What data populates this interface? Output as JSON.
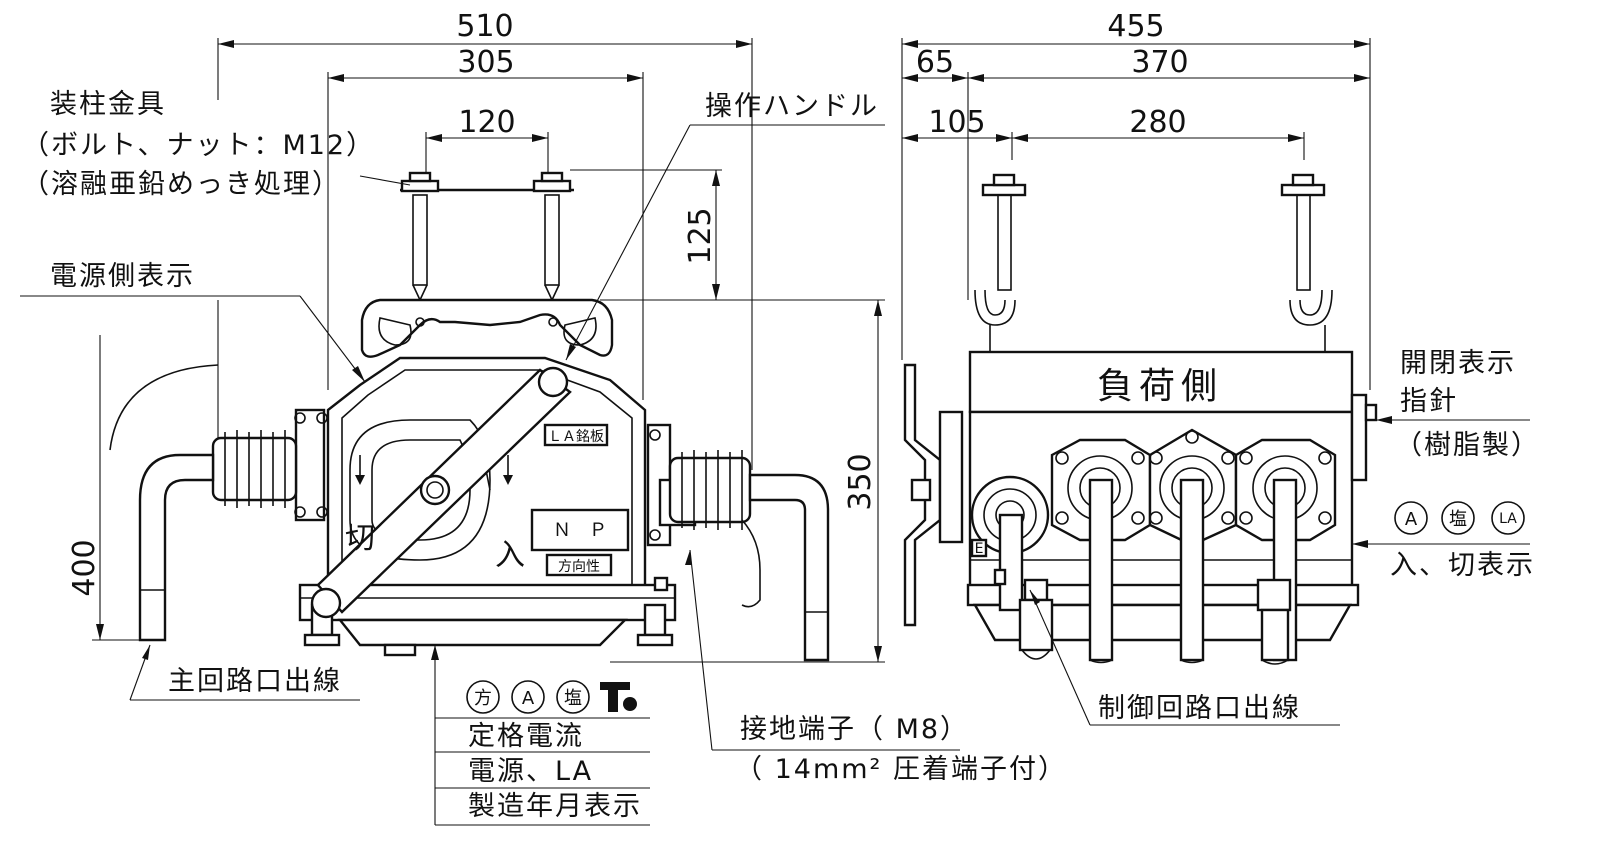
{
  "dimensions": {
    "d510": "510",
    "d305": "305",
    "d120": "120",
    "d125": "125",
    "d350": "350",
    "d400": "400",
    "d455": "455",
    "d65": "65",
    "d370": "370",
    "d105": "105",
    "d280": "280"
  },
  "labels": {
    "mounting_bracket": "装柱金具",
    "bolt_nut": "（ボルト、ナット：M12）",
    "galvanized": "（溶融亜鉛めっき処理）",
    "power_side_display": "電源側表示",
    "operating_handle": "操作ハンドル",
    "main_circuit_lead": "主回路口出線",
    "control_circuit_lead": "制御回路口出線",
    "ground_terminal": "接地端子（ M8）",
    "crimp_terminal": "（ 14mm² 圧着端子付）",
    "open_close_indicator_1": "開閉表示",
    "open_close_indicator_2": "指針",
    "resin": "（樹脂製）",
    "on_off_display": "入、切表示",
    "rating_plate": {
      "marks": [
        "方",
        "A",
        "塩"
      ],
      "rows": [
        "定格電流",
        "電源、LA",
        "製造年月表示"
      ]
    },
    "right_marks": [
      "A",
      "塩",
      "LA"
    ],
    "load_side": "負荷側",
    "la_plate": "ＬＡ銘板",
    "np": "Ｎ　Ｐ",
    "directional": "方向性",
    "kiri": "切",
    "iri": "入",
    "e_mark": "E"
  }
}
